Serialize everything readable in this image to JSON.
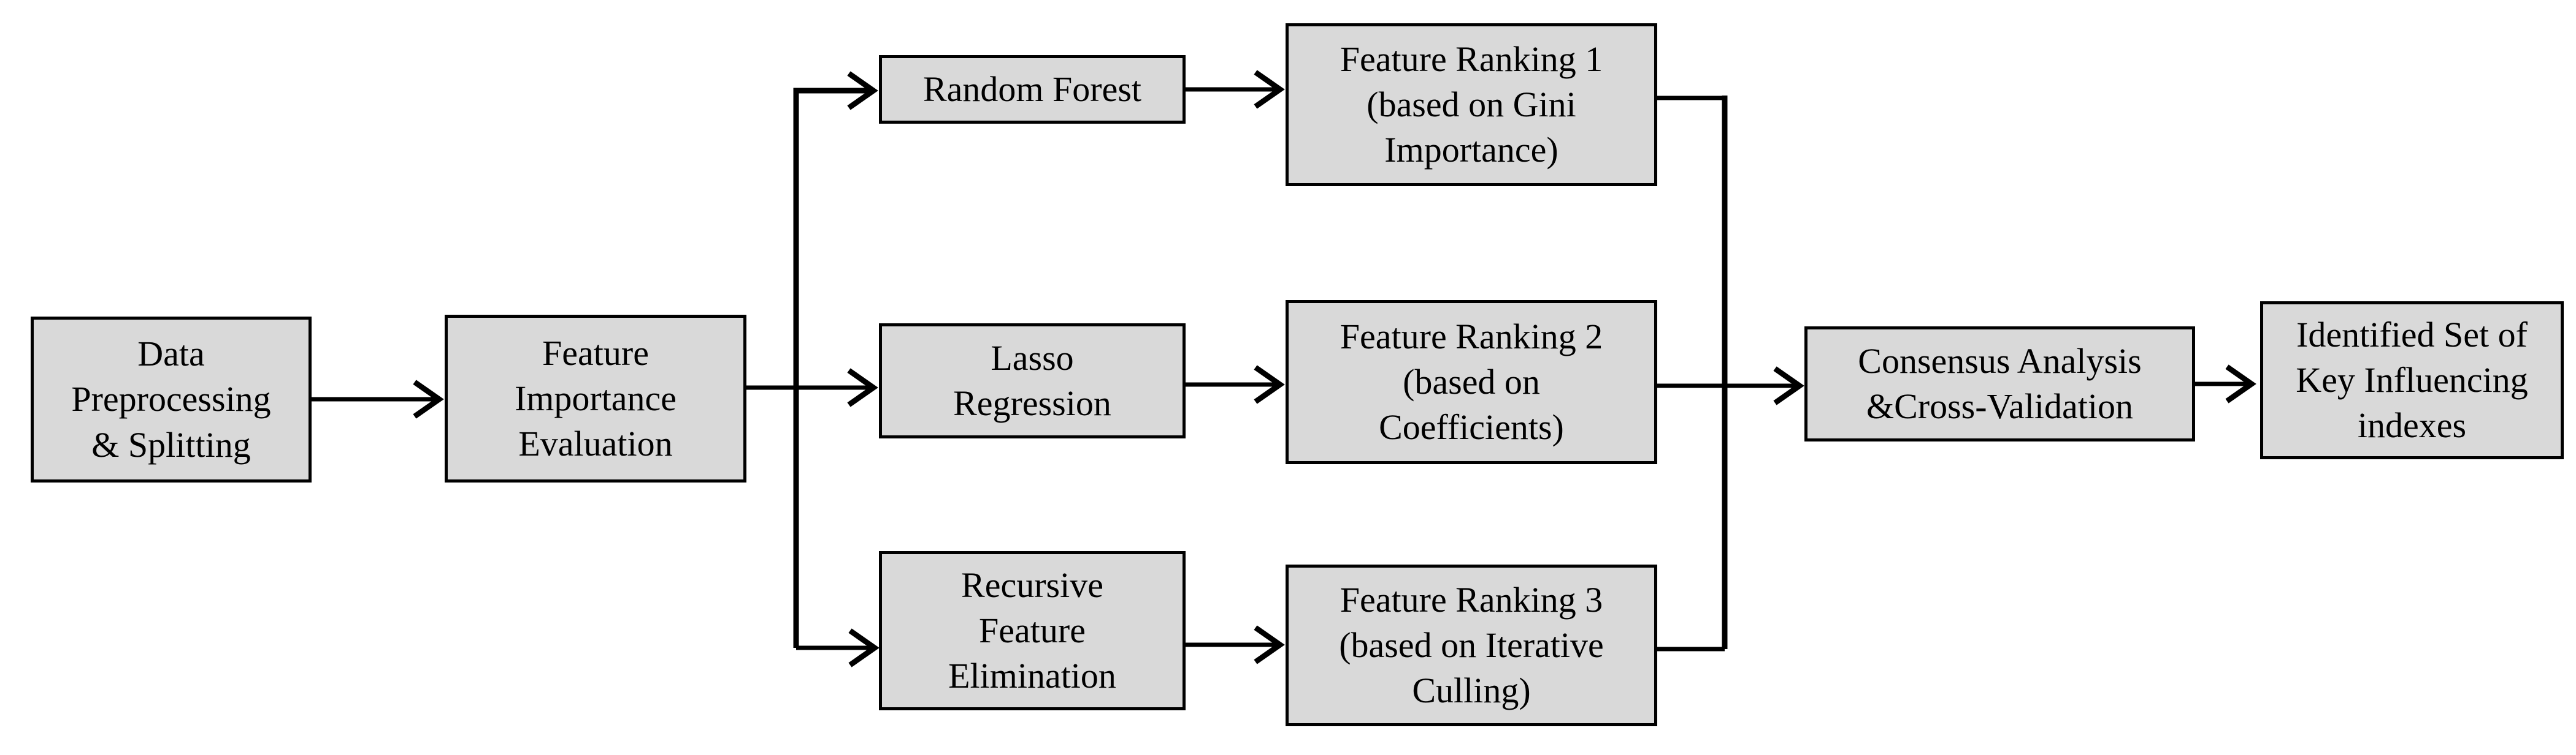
{
  "diagram": {
    "title": "Feature selection and consensus analysis flowchart",
    "colors": {
      "bg": "#ffffff",
      "box_fill": "#d9d9d9",
      "box_border": "#000000",
      "line_color": "#000000",
      "text_color": "#000000"
    },
    "nodes": {
      "data_preprocessing": {
        "label": "Data\nPreprocessing\n& Splitting"
      },
      "feature_importance": {
        "label": "Feature\nImportance\nEvaluation"
      },
      "random_forest": {
        "label": "Random Forest"
      },
      "feature_ranking_1": {
        "label": "Feature Ranking 1\n(based on Gini\nImportance)"
      },
      "lasso_regression": {
        "label": "Lasso\nRegression"
      },
      "feature_ranking_2": {
        "label": "Feature Ranking 2\n(based on\nCoefficients)"
      },
      "recursive_feature_elimination": {
        "label": "Recursive\nFeature\nElimination"
      },
      "feature_ranking_3": {
        "label": "Feature Ranking 3\n(based on Iterative\nCulling)"
      },
      "consensus": {
        "label": "Consensus Analysis\n&Cross-Validation"
      },
      "identified_set": {
        "label": "Identified Set of\nKey Influencing\nindexes"
      }
    },
    "edges": [
      {
        "from": "data_preprocessing",
        "to": "feature_importance"
      },
      {
        "from": "feature_importance",
        "to": "random_forest"
      },
      {
        "from": "feature_importance",
        "to": "lasso_regression"
      },
      {
        "from": "feature_importance",
        "to": "recursive_feature_elimination"
      },
      {
        "from": "random_forest",
        "to": "feature_ranking_1"
      },
      {
        "from": "lasso_regression",
        "to": "feature_ranking_2"
      },
      {
        "from": "recursive_feature_elimination",
        "to": "feature_ranking_3"
      },
      {
        "from": "feature_ranking_1",
        "to": "consensus"
      },
      {
        "from": "feature_ranking_2",
        "to": "consensus"
      },
      {
        "from": "feature_ranking_3",
        "to": "consensus"
      },
      {
        "from": "consensus",
        "to": "identified_set"
      }
    ]
  }
}
